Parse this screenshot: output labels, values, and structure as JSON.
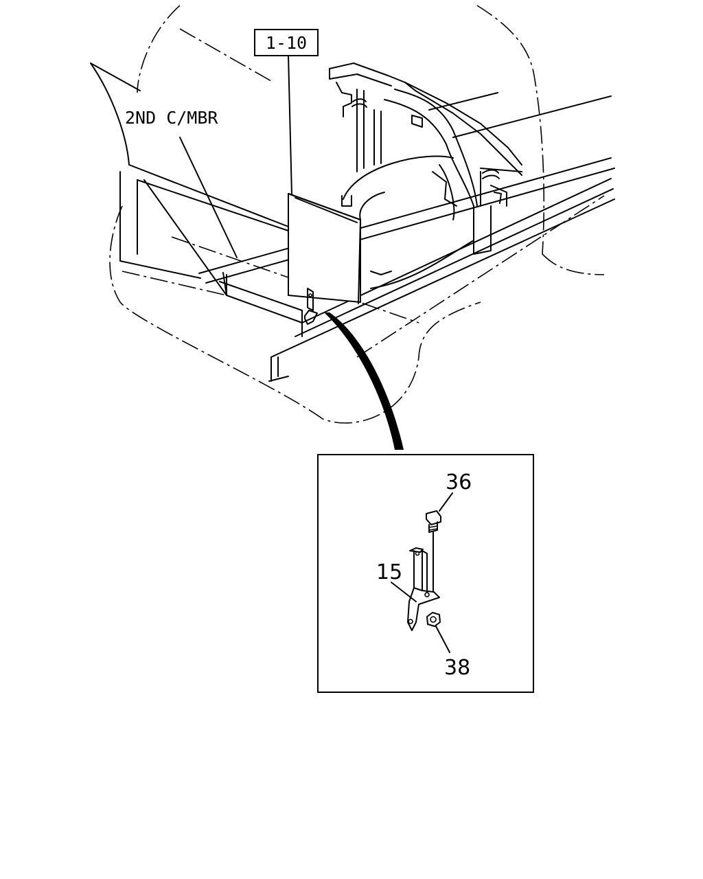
{
  "labels": {
    "ref_box": "1-10",
    "crossmember": "2ND C/MBR"
  },
  "callouts": {
    "bolt": "36",
    "bracket": "15",
    "nut": "38"
  }
}
